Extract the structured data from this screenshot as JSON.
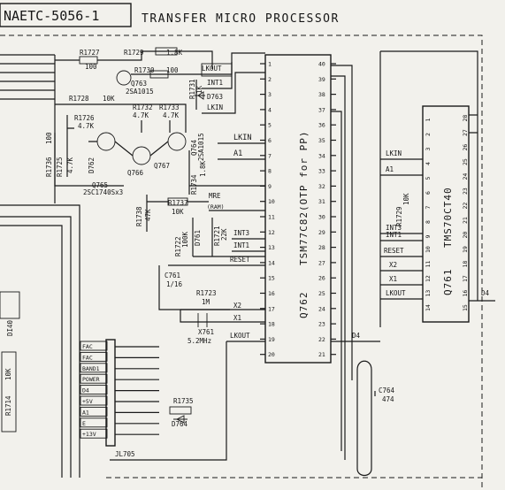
{
  "header": {
    "board_id": "NAETC-5056-1",
    "title": "TRANSFER MICRO PROCESSOR"
  },
  "components": {
    "r1727": {
      "ref": "R1727",
      "value": "100"
    },
    "r1729": {
      "ref": "R1729",
      "value": "1.8K"
    },
    "r1730": {
      "ref": "R1730",
      "value": "100"
    },
    "q763": {
      "ref": "Q763",
      "part": "2SA1015"
    },
    "r1731": {
      "ref": "R1731",
      "value": "1K"
    },
    "d763": {
      "ref": "D763"
    },
    "r1728": {
      "ref": "R1728",
      "value": "10K"
    },
    "r1732": {
      "ref": "R1732",
      "value": "4.7K"
    },
    "r1733": {
      "ref": "R1733",
      "value": "4.7K"
    },
    "r1726": {
      "ref": "R1726",
      "value": "4.7K"
    },
    "q764": {
      "ref": "Q764",
      "part": "2SA1015"
    },
    "r1736": {
      "ref": "R1736",
      "value": "100"
    },
    "r1725": {
      "ref": "R1725",
      "value": "4.7K"
    },
    "d762": {
      "ref": "D762"
    },
    "q767": {
      "ref": "Q767"
    },
    "q766": {
      "ref": "Q766"
    },
    "q765": {
      "ref": "Q765",
      "part": "2SC1740Sx3"
    },
    "r1734": {
      "ref": "R1734",
      "value": "1.8K"
    },
    "r1738": {
      "ref": "R1738",
      "value": "47K"
    },
    "r1737": {
      "ref": "R1737",
      "value": "10K"
    },
    "r1722": {
      "ref": "R1722",
      "value": "100K"
    },
    "d761": {
      "ref": "D761"
    },
    "r1721": {
      "ref": "R1721",
      "value": "22K"
    },
    "c761": {
      "ref": "C761",
      "value": "1/16"
    },
    "r1723": {
      "ref": "R1723",
      "value": "1M"
    },
    "x761": {
      "ref": "X761",
      "value": "5.2MHz"
    },
    "r1735": {
      "ref": "R1735"
    },
    "d764": {
      "ref": "D764"
    },
    "c764": {
      "ref": "C764",
      "value": "474"
    },
    "r1729b": {
      "ref": "R1729",
      "value": "10K"
    },
    "jl705": {
      "ref": "JL705"
    },
    "r1714": {
      "ref": "R1714",
      "value": "10K"
    }
  },
  "ic_q762": {
    "ref": "Q762",
    "part": "TSM77C82(OTP for PP)",
    "left_pins": [
      "1",
      "2",
      "3",
      "4",
      "5",
      "6",
      "7",
      "8",
      "9",
      "10",
      "11",
      "12",
      "13",
      "14",
      "15",
      "16",
      "17",
      "18",
      "19",
      "20"
    ],
    "right_pins": [
      "40",
      "39",
      "38",
      "37",
      "36",
      "35",
      "34",
      "33",
      "32",
      "31",
      "30",
      "29",
      "28",
      "27",
      "26",
      "25",
      "24",
      "23",
      "22",
      "21"
    ]
  },
  "ic_q761": {
    "ref": "Q761",
    "part": "TMS70CT40",
    "bottom_pins": [
      "14",
      "13",
      "12",
      "11",
      "10",
      "9",
      "8",
      "7",
      "6",
      "5",
      "4",
      "3",
      "2",
      "1"
    ],
    "top_pins": [
      "15",
      "16",
      "17",
      "18",
      "19",
      "20",
      "21",
      "22",
      "23",
      "24",
      "25",
      "26",
      "27",
      "28"
    ]
  },
  "nets": {
    "lkout": "LKOUT",
    "int1": "INT1",
    "lkin": "LKIN",
    "a1": "A1",
    "mre": "MRE",
    "mre_note": "(RAM)",
    "int3": "INT3",
    "reset": "RESET",
    "x2": "X2",
    "x1": "X1",
    "d4": "D4"
  },
  "connector": {
    "ref": "JL705",
    "labels": [
      "FAC",
      "FAC",
      "BAND1",
      "POWER",
      "D4",
      "+5V",
      "A1",
      "E",
      "+13V"
    ]
  },
  "q761_labels": {
    "lkin": "LKIN",
    "a1": "A1",
    "int3": "INT3",
    "int1": "INT1",
    "reset": "RESET",
    "x2": "X2",
    "x1": "X1",
    "lkout": "LKOUT"
  },
  "left_fragment": {
    "label": "DI40"
  }
}
